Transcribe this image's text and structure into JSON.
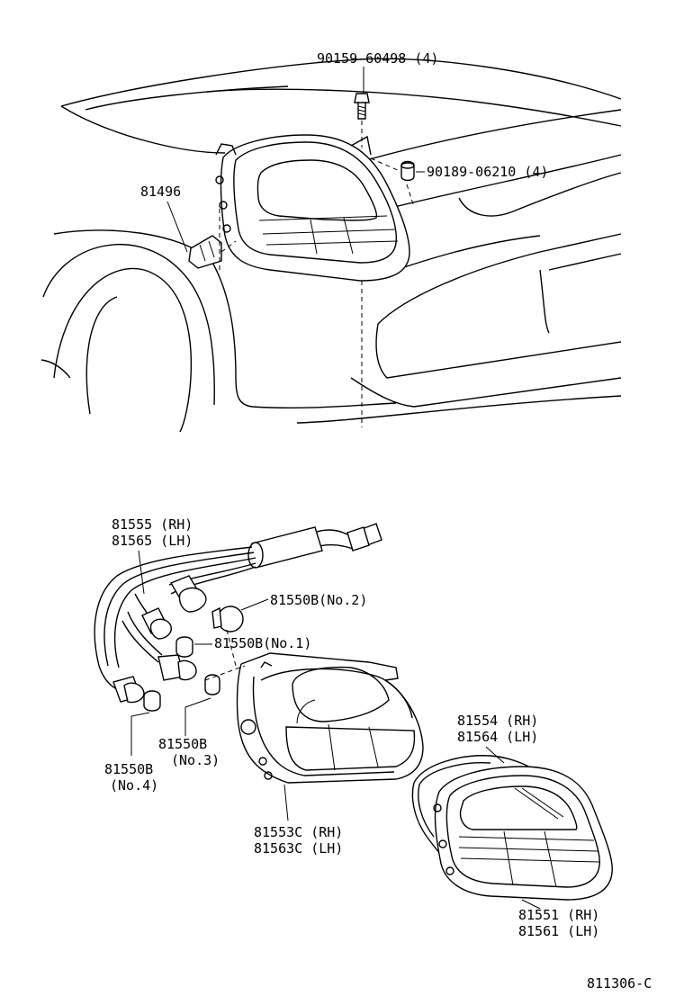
{
  "labels": {
    "bolt": "90159-60498 (4)",
    "nut": "90189-06210 (4)",
    "clip": "81496",
    "socket_wire_rh": "81555 (RH)",
    "socket_wire_lh": "81565 (LH)",
    "bulb_no2": "81550B(No.2)",
    "bulb_no1": "81550B(No.1)",
    "bulb_no3_a": "81550B",
    "bulb_no3_b": "(No.3)",
    "bulb_no4_a": "81550B",
    "bulb_no4_b": "(No.4)",
    "gasket_rh": "81554 (RH)",
    "gasket_lh": "81564 (LH)",
    "body_rh": "81553C (RH)",
    "body_lh": "81563C (LH)",
    "lens_rh": "81551 (RH)",
    "lens_lh": "81561 (LH)",
    "figure_code": "811306-C"
  }
}
